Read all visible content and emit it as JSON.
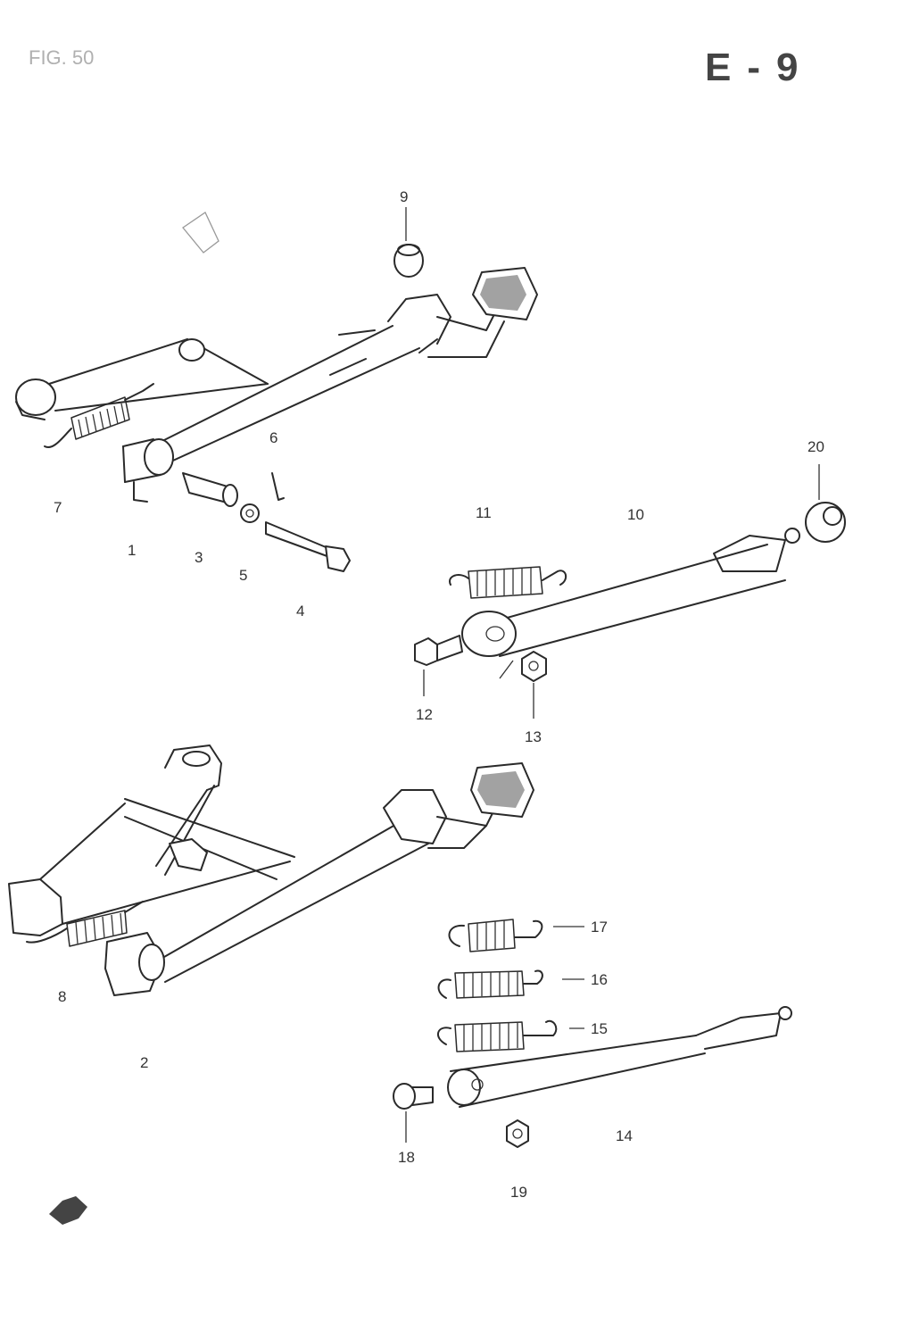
{
  "header": {
    "figure_number": "FIG. 50",
    "region_code": "E-9"
  },
  "labels": {
    "p1": "1",
    "p2": "2",
    "p3": "3",
    "p4": "4",
    "p5": "5",
    "p6": "6",
    "p7": "7",
    "p8": "8",
    "p9": "9",
    "p10": "10",
    "p11": "11",
    "p12": "12",
    "p13": "13",
    "p14": "14",
    "p15": "15",
    "p16": "16",
    "p17": "17",
    "p18": "18",
    "p19": "19",
    "p20": "20"
  },
  "colors": {
    "line": "#2a2a2a",
    "faint": "#b0b0b0",
    "background": "#ffffff"
  }
}
